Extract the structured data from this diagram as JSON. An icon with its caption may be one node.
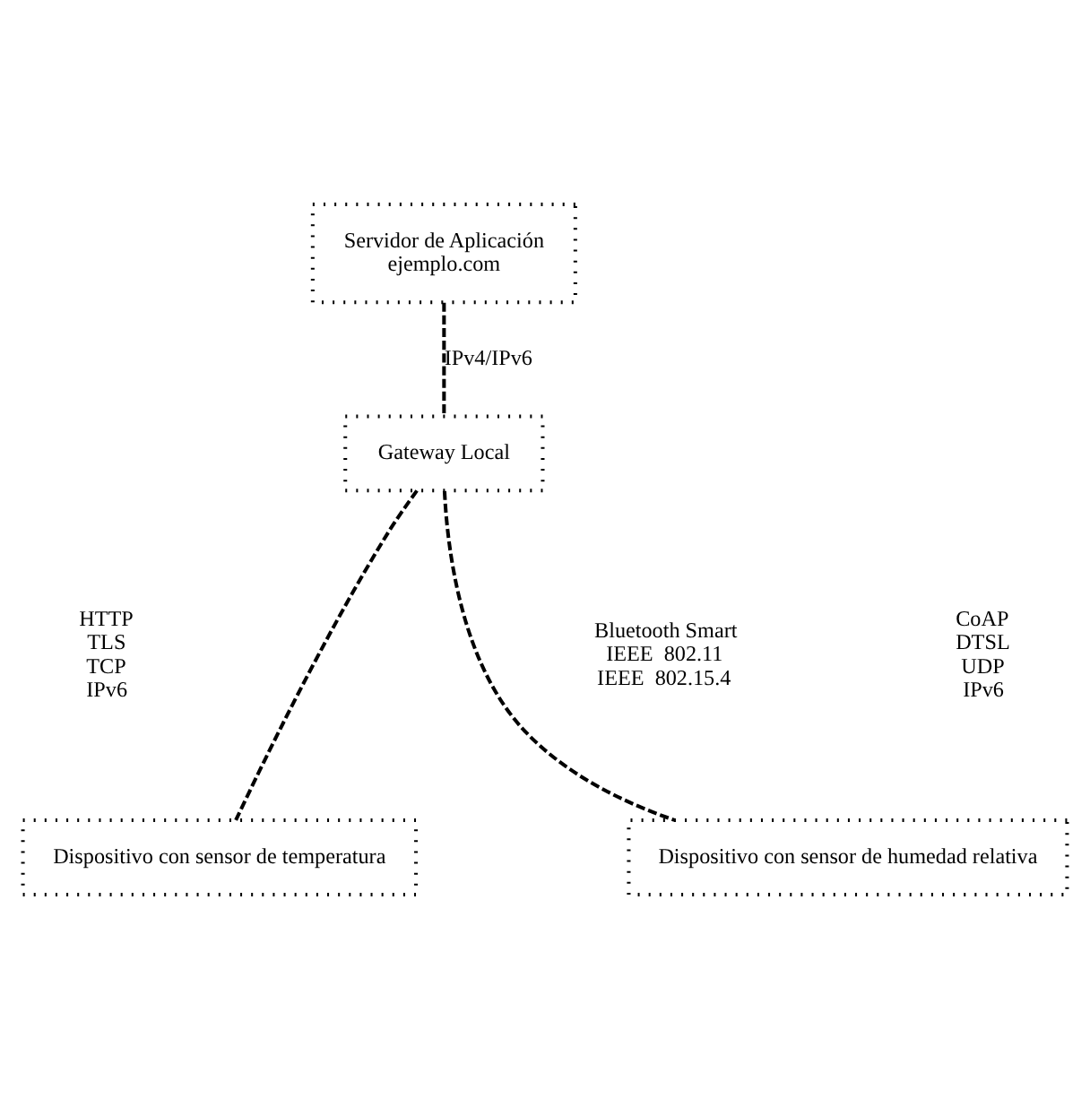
{
  "diagram": {
    "nodes": [
      {
        "text": [
          "Servidor de Aplicación",
          "ejemplo.com"
        ]
      },
      {
        "text": [
          "Gateway Local"
        ]
      },
      {
        "text": [
          "Dispositivo con sensor de temperatura"
        ]
      },
      {
        "text": [
          "Dispositivo con sensor de humedad relativa"
        ]
      }
    ],
    "edges": [
      {
        "from": 0,
        "to": 1,
        "arrow": "none",
        "style": "dashed",
        "label": "IPv4/IPv6"
      },
      {
        "from": 1,
        "to": 2,
        "arrow": "none",
        "style": "dashed"
      },
      {
        "from": 1,
        "to": 3,
        "arrow": "none",
        "style": "dashed"
      }
    ],
    "labels": [
      "HTTP",
      "TLS",
      "TCP",
      "IPv6",
      "Bluetooth Smart",
      "IEEE  802.11",
      "IEEE  802.15.4",
      "CoAP",
      "DTSL",
      "UDP",
      "IPv6"
    ]
  }
}
